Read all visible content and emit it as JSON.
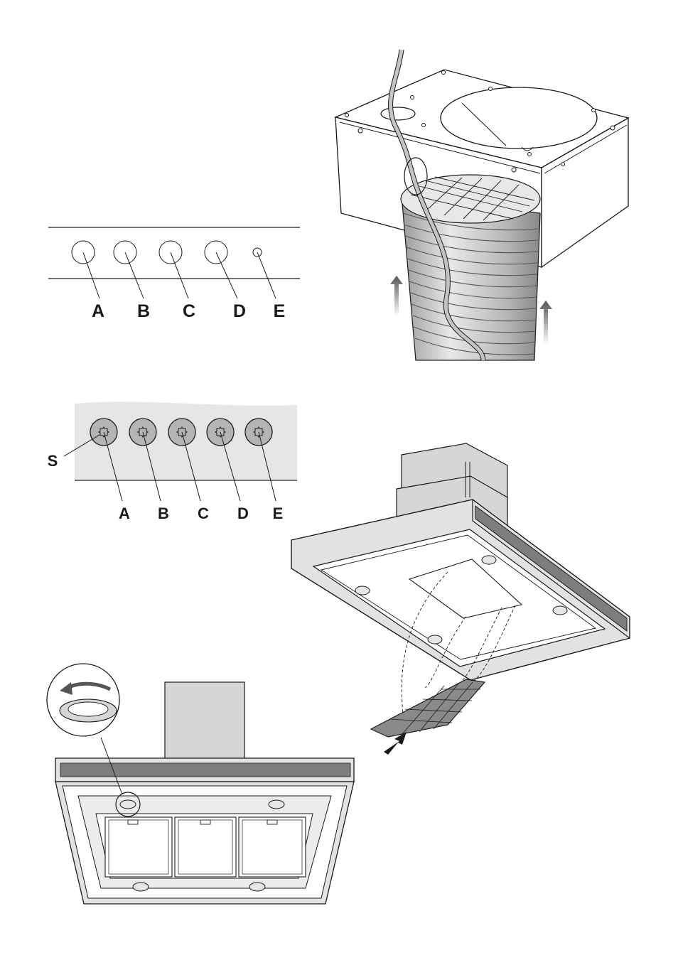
{
  "panel1": {
    "labels": [
      "A",
      "B",
      "C",
      "D",
      "E"
    ]
  },
  "panel2": {
    "screw_label": "S",
    "labels": [
      "A",
      "B",
      "C",
      "D",
      "E"
    ]
  },
  "colors": {
    "line": "#1a1a1a",
    "panel_fill": "#e6e6e6",
    "knob_fill": "#b4b4b4",
    "duct_fill": "#cfcfcf",
    "strip_fill": "#7d7d7d",
    "chimney_fill": "#d6d6d6",
    "filter_fill": "#8a8a8a"
  }
}
